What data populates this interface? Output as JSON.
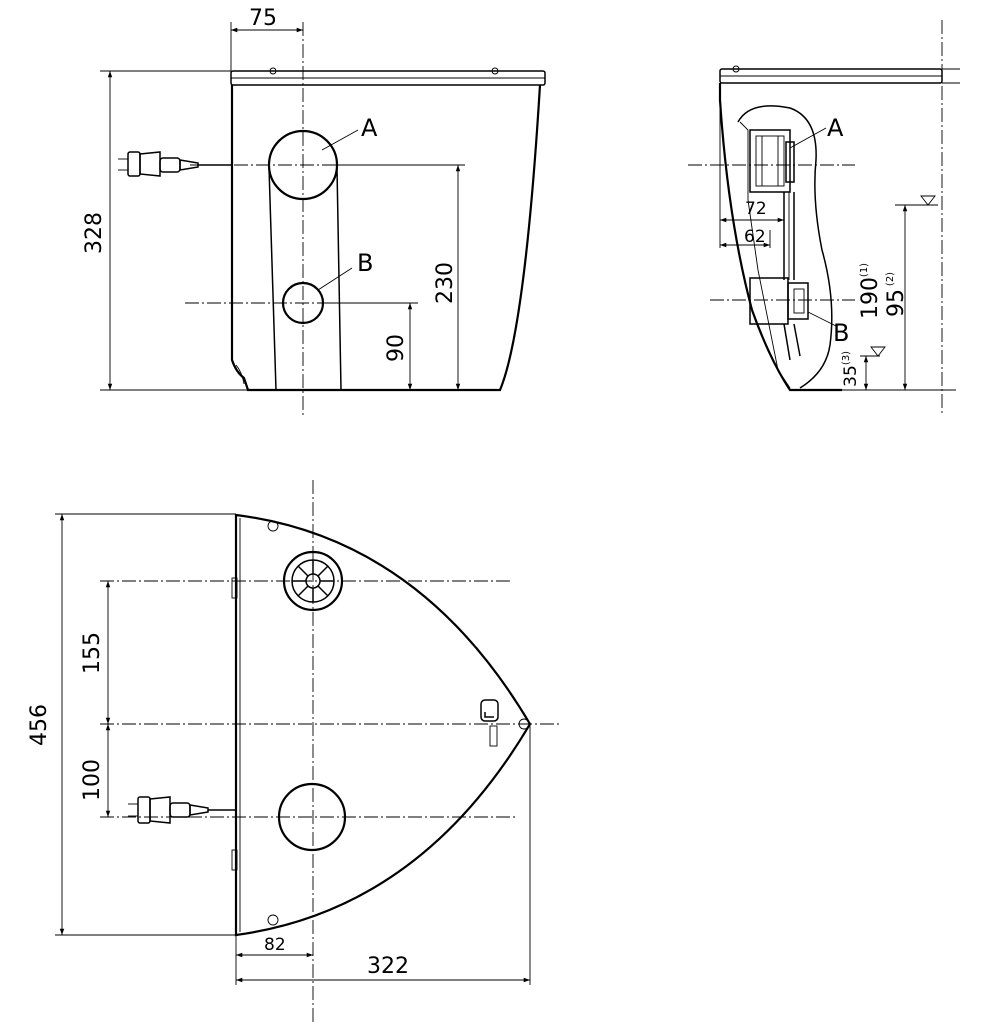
{
  "front_view": {
    "dim_top": "75",
    "dim_height": "328",
    "dim_a_height": "230",
    "dim_b_height": "90",
    "label_a": "A",
    "label_b": "B"
  },
  "side_view": {
    "dim_72": "72",
    "dim_62": "62",
    "dim_190": "190",
    "note_190": "(1)",
    "dim_95": "95",
    "note_95": "(2)",
    "dim_35": "35",
    "note_35": "(3)",
    "label_a": "A",
    "label_b": "B"
  },
  "top_view": {
    "dim_depth": "456",
    "dim_155": "155",
    "dim_100": "100",
    "dim_82": "82",
    "dim_322": "322"
  }
}
